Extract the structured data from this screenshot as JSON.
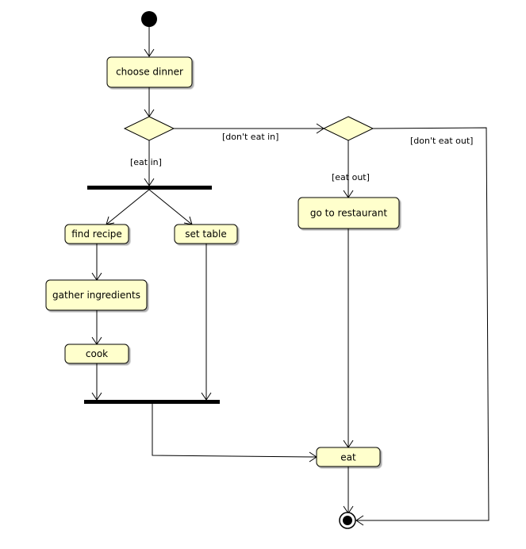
{
  "diagram": {
    "actions": {
      "choose_dinner": "choose dinner",
      "find_recipe": "find recipe",
      "set_table": "set table",
      "gather_ingredients": "gather ingredients",
      "cook": "cook",
      "go_to_restaurant": "go to restaurant",
      "eat": "eat"
    },
    "guards": {
      "dont_eat_in": "[don't eat in]",
      "eat_in": "[eat in]",
      "eat_out": "[eat out]",
      "dont_eat_out": "[don't eat out]"
    }
  }
}
